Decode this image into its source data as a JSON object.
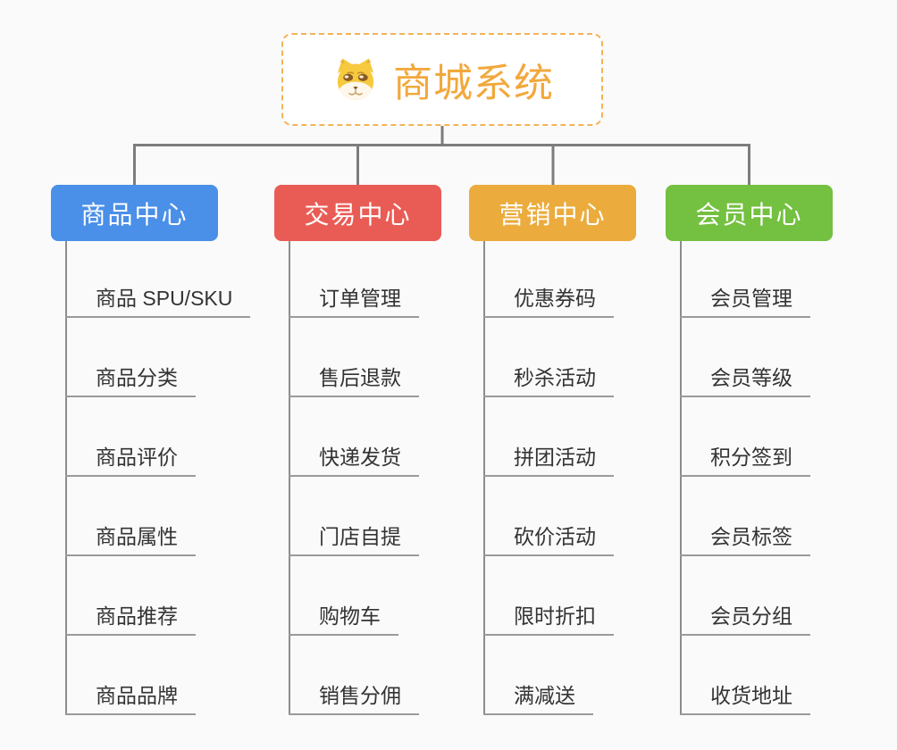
{
  "canvas": {
    "background": "#FAFAFA"
  },
  "root": {
    "title": "商城系统",
    "icon": "dog-face-icon",
    "title_color": "#F2A83C",
    "border_color": "#F3B257"
  },
  "connectors": {
    "line_color": "#7D7D7D",
    "trunk_color": "#8C8C8C",
    "underline_color": "#9A9A9A"
  },
  "leaf_text_color": "#333333",
  "branches": [
    {
      "label": "商品中心",
      "color": "#4A8FE8",
      "children": [
        "商品 SPU/SKU",
        "商品分类",
        "商品评价",
        "商品属性",
        "商品推荐",
        "商品品牌"
      ]
    },
    {
      "label": "交易中心",
      "color": "#E95C55",
      "children": [
        "订单管理",
        "售后退款",
        "快递发货",
        "门店自提",
        "购物车",
        "销售分佣"
      ]
    },
    {
      "label": "营销中心",
      "color": "#EBAC3D",
      "children": [
        "优惠券码",
        "秒杀活动",
        "拼团活动",
        "砍价活动",
        "限时折扣",
        "满减送"
      ]
    },
    {
      "label": "会员中心",
      "color": "#74C040",
      "children": [
        "会员管理",
        "会员等级",
        "积分签到",
        "会员标签",
        "会员分组",
        "收货地址"
      ]
    }
  ]
}
